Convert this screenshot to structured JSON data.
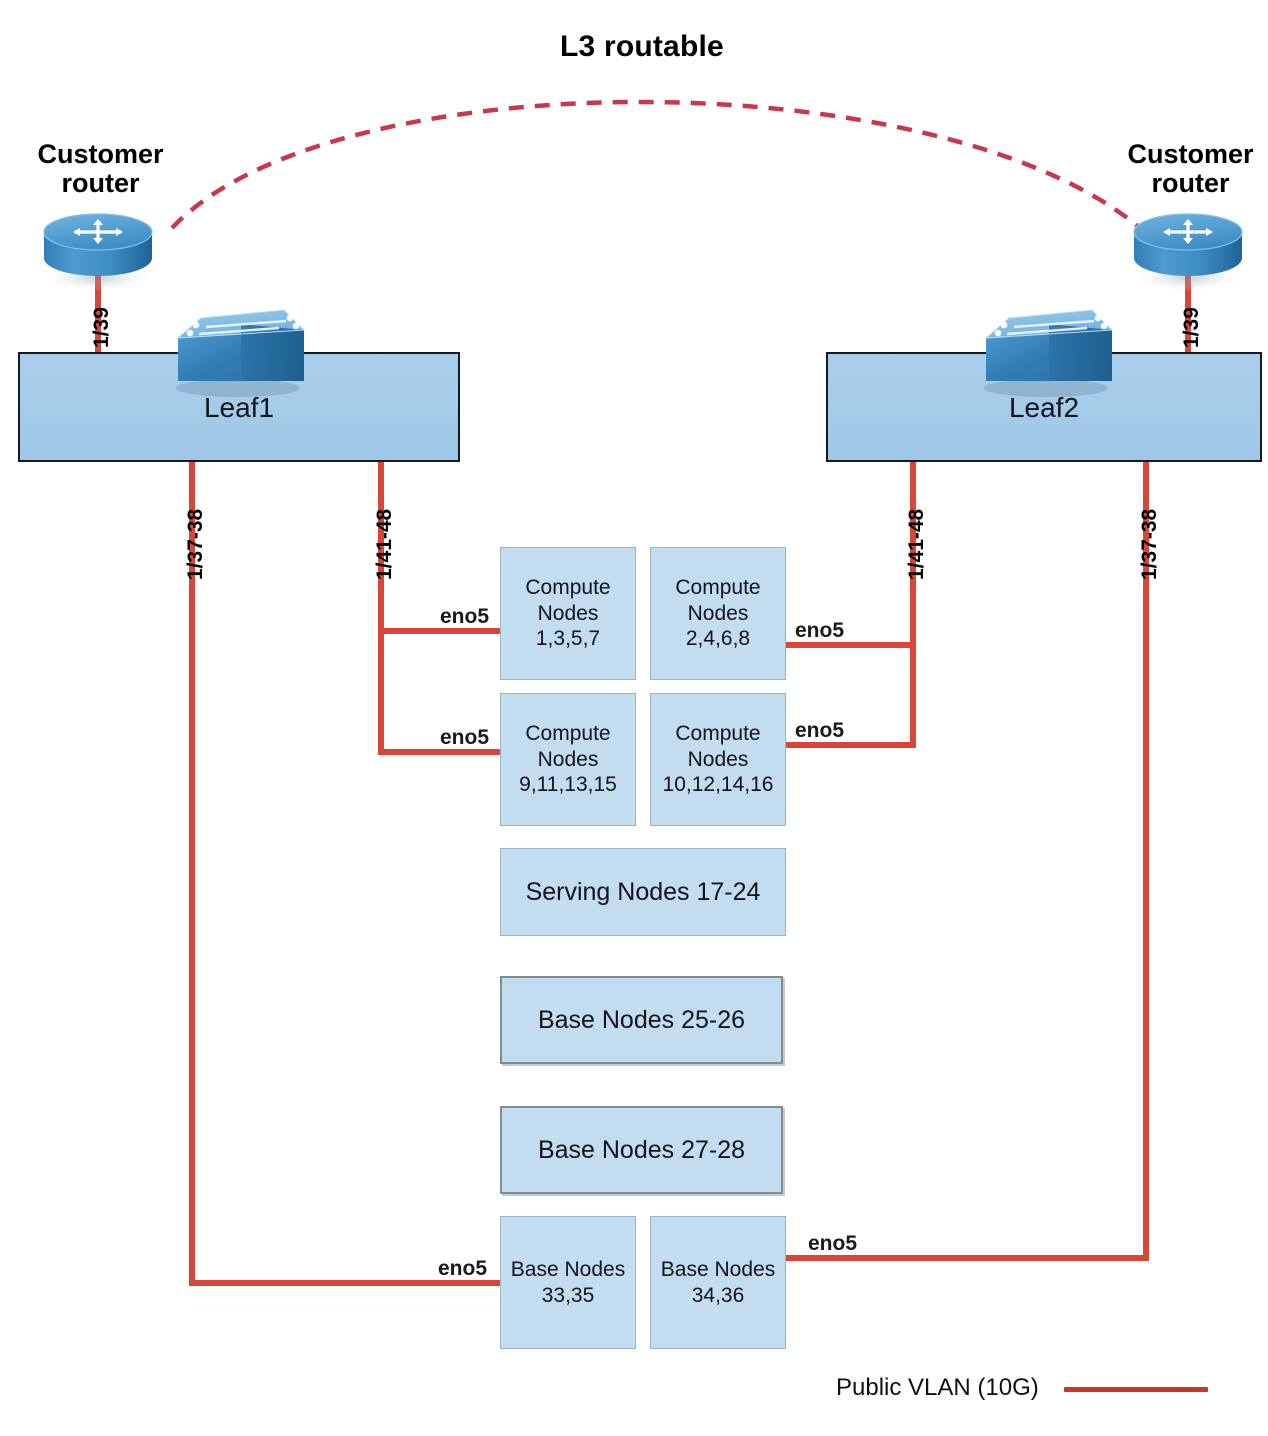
{
  "diagram": {
    "title": "L3 routable",
    "link_color": "#d32f2f",
    "dashed_link_color": "#c8384a",
    "node_fill": "#c2dcf0",
    "leaf_fill": "#a4cbe9"
  },
  "routers": [
    {
      "id": "router-left",
      "caption_line1": "Customer",
      "caption_line2": "router",
      "port": "1/39"
    },
    {
      "id": "router-right",
      "caption_line1": "Customer",
      "caption_line2": "router",
      "port": "1/39"
    }
  ],
  "leaves": [
    {
      "id": "leaf1",
      "label": "Leaf1",
      "ports": [
        "1/37-38",
        "1/41-48"
      ]
    },
    {
      "id": "leaf2",
      "label": "Leaf2",
      "ports": [
        "1/41-48",
        "1/37-38"
      ]
    }
  ],
  "nodes": {
    "compute": [
      {
        "line1": "Compute",
        "line2": "Nodes",
        "line3": "1,3,5,7"
      },
      {
        "line1": "Compute",
        "line2": "Nodes",
        "line3": "2,4,6,8"
      },
      {
        "line1": "Compute",
        "line2": "Nodes",
        "line3": "9,11,13,15"
      },
      {
        "line1": "Compute",
        "line2": "Nodes",
        "line3": "10,12,14,16"
      }
    ],
    "serving": {
      "label": "Serving Nodes 17-24"
    },
    "base_wide": [
      {
        "label": "Base Nodes 25-26"
      },
      {
        "label": "Base Nodes 27-28"
      }
    ],
    "base_pair": [
      {
        "line1": "Base Nodes",
        "line2": "33,35"
      },
      {
        "line1": "Base Nodes",
        "line2": "34,36"
      }
    ]
  },
  "interface_labels": {
    "compute_left_top": "eno5",
    "compute_left_bottom": "eno5",
    "compute_right_top": "eno5",
    "compute_right_bottom": "eno5",
    "base_left": "eno5",
    "base_right": "eno5"
  },
  "legend": {
    "label": "Public VLAN (10G)"
  }
}
